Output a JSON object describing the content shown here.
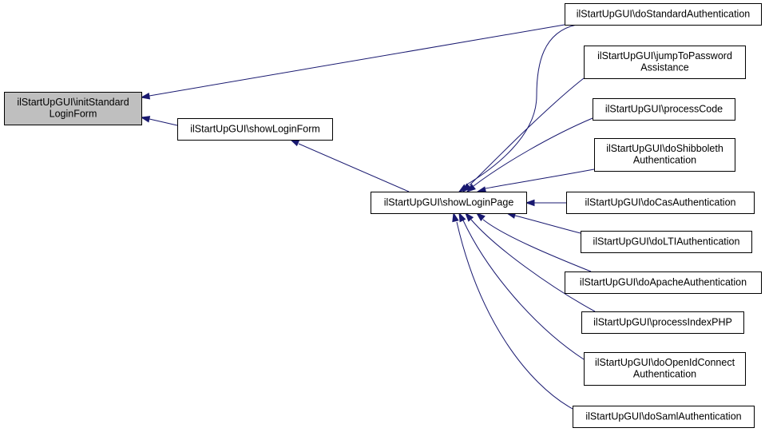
{
  "diagram": {
    "type": "caller-graph",
    "colors": {
      "edge": "#191970",
      "root_fill": "#bfbfbf",
      "node_fill": "#ffffff",
      "border": "#000000"
    },
    "nodes": [
      {
        "id": "initStandardLoginForm",
        "lines": [
          "ilStartUpGUI\\initStandard",
          "LoginForm"
        ],
        "root": true
      },
      {
        "id": "showLoginForm",
        "lines": [
          "ilStartUpGUI\\showLoginForm"
        ]
      },
      {
        "id": "showLoginPage",
        "lines": [
          "ilStartUpGUI\\showLoginPage"
        ]
      },
      {
        "id": "doStandardAuthentication",
        "lines": [
          "ilStartUpGUI\\doStandardAuthentication"
        ]
      },
      {
        "id": "jumpToPasswordAssistance",
        "lines": [
          "ilStartUpGUI\\jumpToPassword",
          "Assistance"
        ]
      },
      {
        "id": "processCode",
        "lines": [
          "ilStartUpGUI\\processCode"
        ]
      },
      {
        "id": "doShibbolethAuthentication",
        "lines": [
          "ilStartUpGUI\\doShibboleth",
          "Authentication"
        ]
      },
      {
        "id": "doCasAuthentication",
        "lines": [
          "ilStartUpGUI\\doCasAuthentication"
        ]
      },
      {
        "id": "doLTIAuthentication",
        "lines": [
          "ilStartUpGUI\\doLTIAuthentication"
        ]
      },
      {
        "id": "doApacheAuthentication",
        "lines": [
          "ilStartUpGUI\\doApacheAuthentication"
        ]
      },
      {
        "id": "processIndexPHP",
        "lines": [
          "ilStartUpGUI\\processIndexPHP"
        ]
      },
      {
        "id": "doOpenIdConnectAuthentication",
        "lines": [
          "ilStartUpGUI\\doOpenIdConnect",
          "Authentication"
        ]
      },
      {
        "id": "doSamlAuthentication",
        "lines": [
          "ilStartUpGUI\\doSamlAuthentication"
        ]
      }
    ],
    "edges": [
      {
        "from": "doStandardAuthentication",
        "to": "initStandardLoginForm"
      },
      {
        "from": "showLoginForm",
        "to": "initStandardLoginForm"
      },
      {
        "from": "showLoginPage",
        "to": "showLoginForm"
      },
      {
        "from": "doStandardAuthentication",
        "to": "showLoginPage"
      },
      {
        "from": "jumpToPasswordAssistance",
        "to": "showLoginPage"
      },
      {
        "from": "processCode",
        "to": "showLoginPage"
      },
      {
        "from": "doShibbolethAuthentication",
        "to": "showLoginPage"
      },
      {
        "from": "doCasAuthentication",
        "to": "showLoginPage"
      },
      {
        "from": "doLTIAuthentication",
        "to": "showLoginPage"
      },
      {
        "from": "doApacheAuthentication",
        "to": "showLoginPage"
      },
      {
        "from": "processIndexPHP",
        "to": "showLoginPage"
      },
      {
        "from": "doOpenIdConnectAuthentication",
        "to": "showLoginPage"
      },
      {
        "from": "doSamlAuthentication",
        "to": "showLoginPage"
      }
    ]
  }
}
